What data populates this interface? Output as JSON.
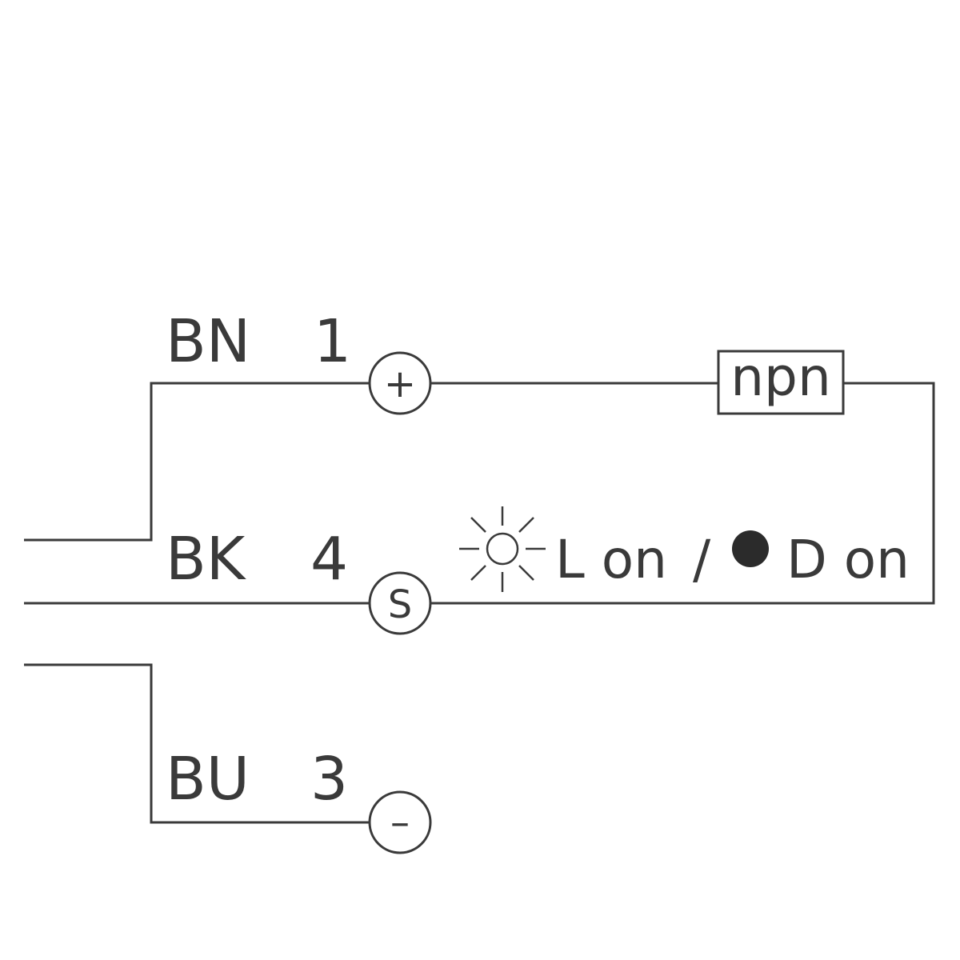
{
  "wires": [
    {
      "color": "BN",
      "pin": "1",
      "terminal": "+",
      "terminal_name": "plus"
    },
    {
      "color": "BK",
      "pin": "4",
      "terminal": "S",
      "terminal_name": "signal"
    },
    {
      "color": "BU",
      "pin": "3",
      "terminal": "–",
      "terminal_name": "minus"
    }
  ],
  "output_box": {
    "label": "npn"
  },
  "switching": {
    "light_on": "L on",
    "separator": "/",
    "dark_on": "D on",
    "light_icon": "sun-icon",
    "dark_icon": "filled-dot-icon"
  },
  "colors": {
    "line": "#3a3a3a",
    "background": "#ffffff"
  }
}
